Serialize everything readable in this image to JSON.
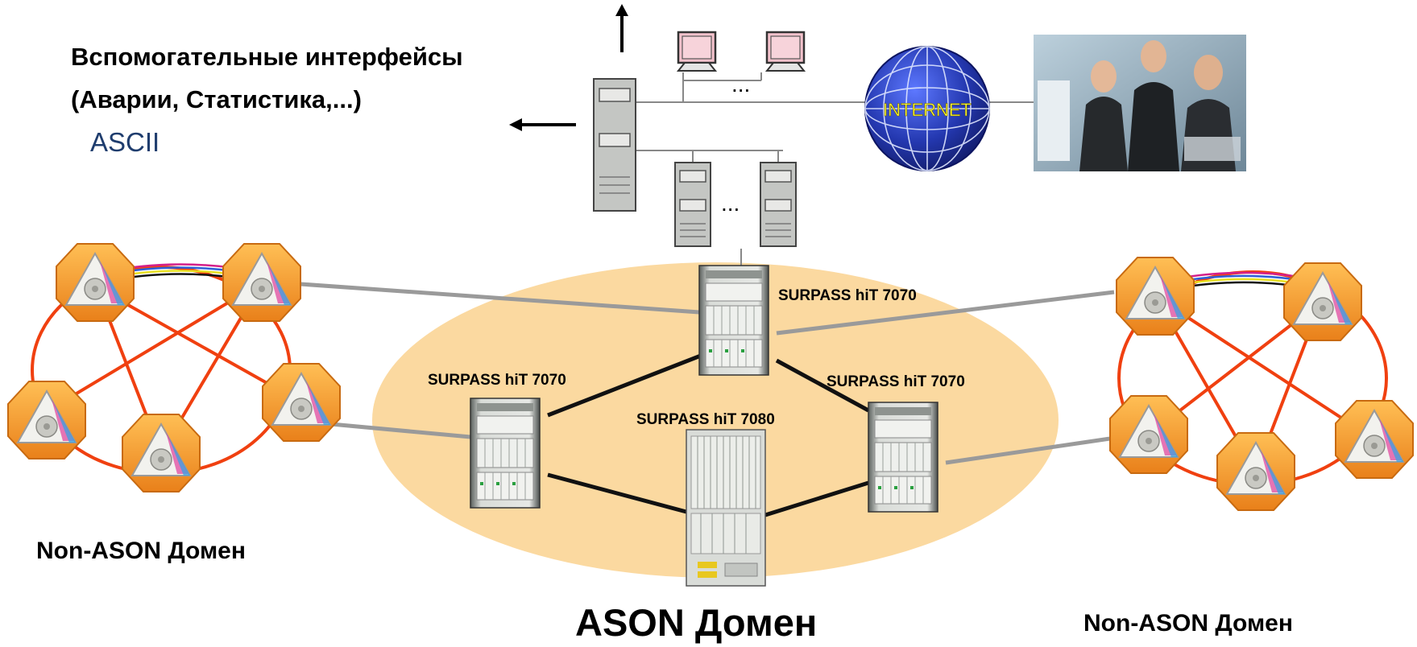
{
  "aux_interfaces": {
    "line1": "Вспомогательные интерфейсы",
    "line2": "(Аварии, Статистика,...)",
    "protocol": "ASCII"
  },
  "internet_label": "INTERNET",
  "ellipsis": "...",
  "nodes": {
    "top": "SURPASS hiT 7070",
    "left": "SURPASS hiT 7070",
    "right": "SURPASS hiT 7070",
    "bottom": "SURPASS hiT 7080"
  },
  "domains": {
    "left": "Non-ASON Домен",
    "center": "ASON Домен",
    "right": "Non-ASON Домен"
  },
  "colors": {
    "ason_ellipse": "#fbd9a0",
    "ring_link": "#f04010",
    "node_orange": "#f39a22",
    "ason_link": "#111111",
    "interdomain_link": "#9a9a9a",
    "globe": "#2a3fb8",
    "internet_text": "#ffff33"
  }
}
